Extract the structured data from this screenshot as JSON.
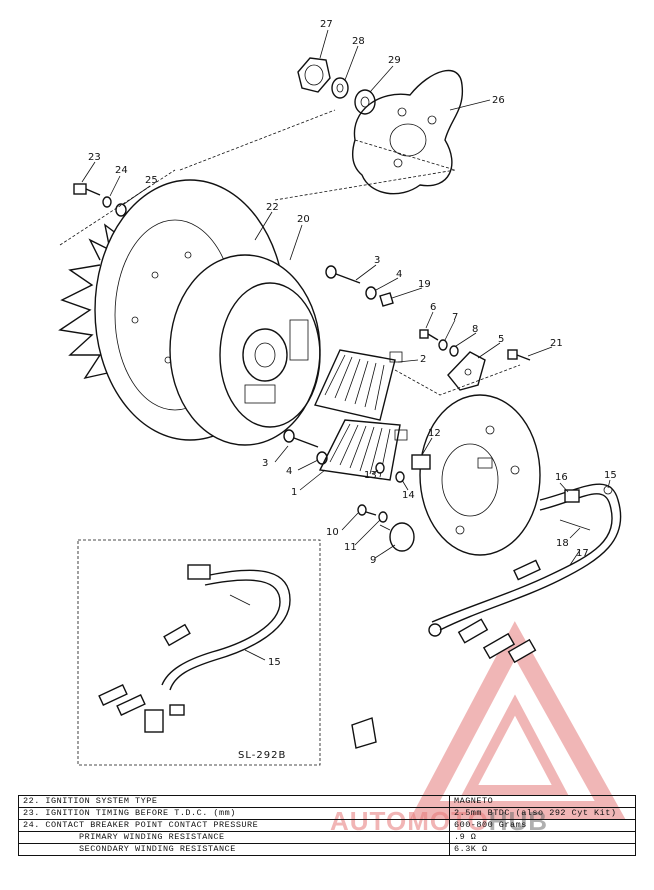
{
  "diagram": {
    "inset_code": "SL-292B",
    "callouts": {
      "c1": "1",
      "c2": "2",
      "c3a": "3",
      "c3b": "3",
      "c4a": "4",
      "c4b": "4",
      "c5": "5",
      "c6": "6",
      "c7": "7",
      "c8": "8",
      "c9": "9",
      "c10": "10",
      "c11": "11",
      "c12": "12",
      "c13": "13",
      "c14": "14",
      "c15a": "15",
      "c15b": "15",
      "c16": "16",
      "c17": "17",
      "c18": "18",
      "c19": "19",
      "c20": "20",
      "c21": "21",
      "c22": "22",
      "c23": "23",
      "c24": "24",
      "c25": "25",
      "c26": "26",
      "c27": "27",
      "c28": "28",
      "c29": "29"
    }
  },
  "spec_table": {
    "rows": [
      {
        "label": "22.  IGNITION SYSTEM TYPE",
        "value": "MAGNETO"
      },
      {
        "label": "23.  IGNITION TIMING BEFORE T.D.C. (mm)",
        "value": "2.5mm BTDC (also 292 Cyt Kit)"
      },
      {
        "label": "24.  CONTACT BREAKER POINT CONTACT PRESSURE",
        "value": "600-800 Grams"
      },
      {
        "label": "PRIMARY WINDING RESISTANCE",
        "value": ".9 Ω"
      },
      {
        "label": "SECONDARY WINDING RESISTANCE",
        "value": "6.3K Ω"
      }
    ]
  },
  "watermark": {
    "part1": "AUTOMOTO",
    "part2": "HUB"
  },
  "colors": {
    "watermark_red": "#e06060",
    "ink": "#111111"
  }
}
